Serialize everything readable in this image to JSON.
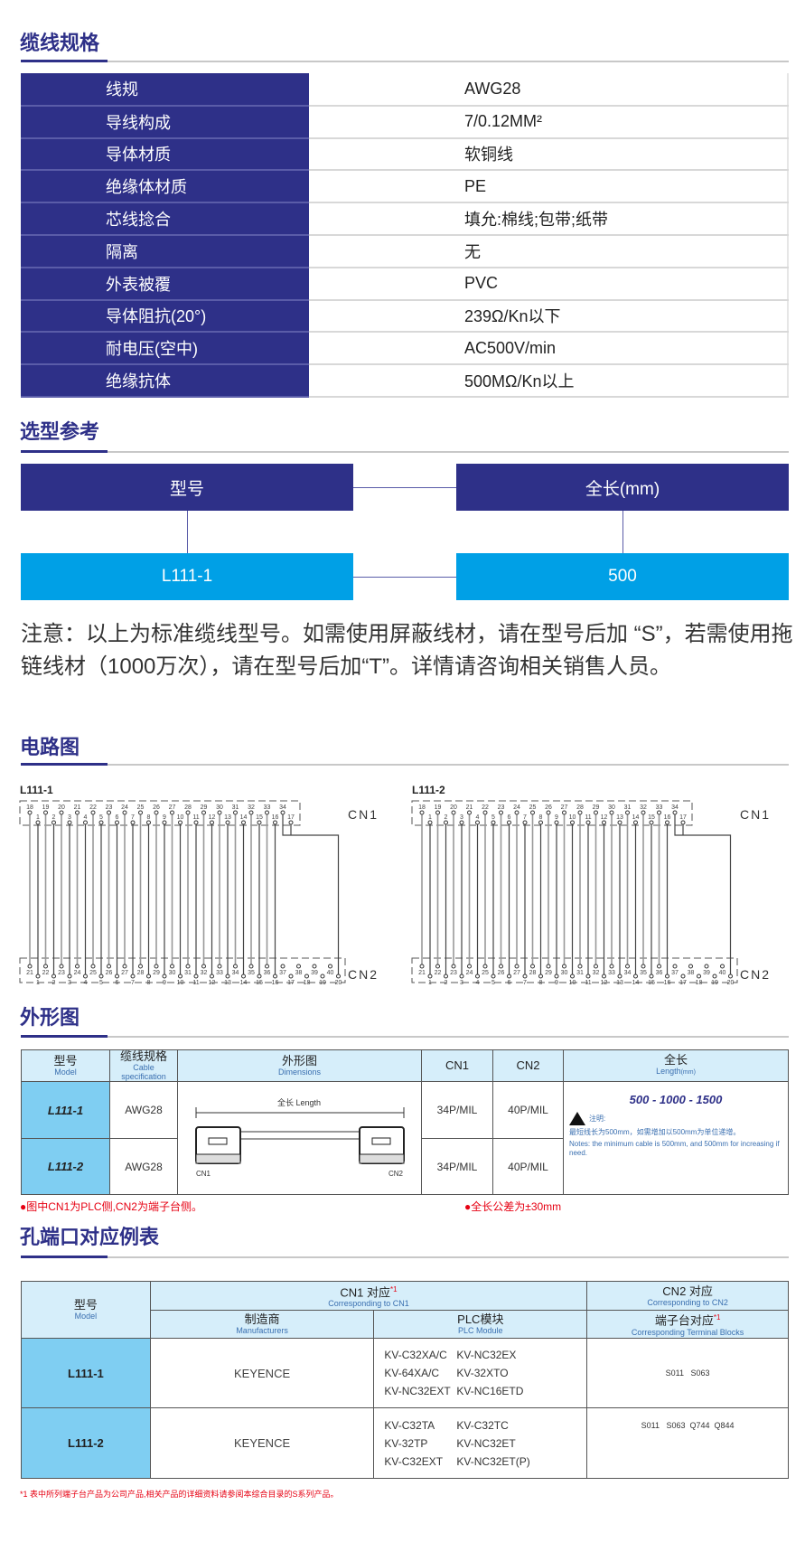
{
  "spec": {
    "title": "缆线规格",
    "rows": [
      {
        "label": "线规",
        "value": "AWG28"
      },
      {
        "label": "导线构成",
        "value": "7/0.12MM²"
      },
      {
        "label": "导体材质",
        "value": "软铜线"
      },
      {
        "label": "绝缘体材质",
        "value": "PE"
      },
      {
        "label": "芯线捻合",
        "value": "填允:棉线;包带;纸带"
      },
      {
        "label": "隔离",
        "value": "无"
      },
      {
        "label": "外表被覆",
        "value": "PVC"
      },
      {
        "label": "导体阻抗(20°)",
        "value": "239Ω/Kn以下"
      },
      {
        "label": "耐电压(空中)",
        "value": "AC500V/min"
      },
      {
        "label": "绝缘抗体",
        "value": "500MΩ/Kn以上"
      }
    ]
  },
  "selection": {
    "title": "选型参考",
    "model_label": "型号",
    "length_label": "全长(mm)",
    "model_value": "L111-1",
    "length_value": "500",
    "note": "注意：以上为标准缆线型号。如需使用屏蔽线材，请在型号后加 “S”，若需使用拖链线材（1000万次），请在型号后加“T”。详情请咨询相关销售人员。"
  },
  "circuit": {
    "title": "电路图",
    "diagrams": [
      {
        "label": "L111-1"
      },
      {
        "label": "L111-2"
      }
    ],
    "cn1": "CN1",
    "cn2": "CN2",
    "cn1_top": [
      "18",
      "19",
      "20",
      "21",
      "22",
      "23",
      "24",
      "25",
      "26",
      "27",
      "28",
      "29",
      "30",
      "31",
      "32",
      "33",
      "34"
    ],
    "cn1_bottom": [
      "1",
      "2",
      "3",
      "4",
      "5",
      "6",
      "7",
      "8",
      "9",
      "10",
      "11",
      "12",
      "13",
      "14",
      "15",
      "16",
      "17"
    ],
    "cn2_top": [
      "21",
      "22",
      "23",
      "24",
      "25",
      "26",
      "27",
      "28",
      "29",
      "30",
      "31",
      "32",
      "33",
      "34",
      "35",
      "36",
      "37",
      "38",
      "39",
      "40"
    ],
    "cn2_bottom": [
      "1",
      "2",
      "3",
      "4",
      "5",
      "6",
      "7",
      "8",
      "9",
      "10",
      "11",
      "12",
      "13",
      "14",
      "15",
      "16",
      "17",
      "18",
      "19",
      "20"
    ]
  },
  "outline": {
    "title": "外形图",
    "headers": {
      "model": "型号",
      "model_en": "Model",
      "cable": "缆线规格",
      "cable_en": "Cable specification",
      "dim": "外形图",
      "dim_en": "Dimensions",
      "cn1": "CN1",
      "cn2": "CN2",
      "len": "全长",
      "len_en": "Length",
      "len_unit": "(mm)"
    },
    "rows": [
      {
        "model": "L111-1",
        "cable": "AWG28",
        "cn1": "34P/MIL",
        "cn2": "40P/MIL"
      },
      {
        "model": "L111-2",
        "cable": "AWG28",
        "cn1": "34P/MIL",
        "cn2": "40P/MIL"
      }
    ],
    "drawing": {
      "length_label": "全长 Length",
      "cn1": "CN1",
      "cn2": "CN2"
    },
    "lengths": "500 - 1000 - 1500",
    "caution": "注明:",
    "caution_cn": "最短线长为500mm，如需增加以500mm为单位递增。",
    "caution_en": "Notes: the minimum cable is 500mm, and 500mm for increasing if need.",
    "note_left": "●图中CN1为PLC侧,CN2为端子台侧。",
    "note_right": "●全长公差为±30mm"
  },
  "ports": {
    "title": "孔端口对应例表",
    "headers": {
      "model": "型号",
      "model_en": "Model",
      "cn1": "CN1 对应",
      "cn1_mark": "*1",
      "cn1_en": "Corresponding to CN1",
      "cn2": "CN2 对应",
      "cn2_en": "Corresponding to CN2",
      "mfr": "制造商",
      "mfr_en": "Manufacturers",
      "plc": "PLC模块",
      "plc_en": "PLC Module",
      "tb": "端子台对应",
      "tb_mark": "*1",
      "tb_en": "Corresponding Terminal Blocks"
    },
    "rows": [
      {
        "model": "L111-1",
        "mfr": "KEYENCE",
        "plc": [
          [
            "KV-C32XA/C",
            "KV-NC32EX"
          ],
          [
            "KV-64XA/C",
            "KV-32XTO"
          ],
          [
            "KV-NC32EXT",
            "KV-NC16ETD"
          ]
        ],
        "tb": "S011   S063"
      },
      {
        "model": "L111-2",
        "mfr": "KEYENCE",
        "plc": [
          [
            "KV-C32TA",
            "KV-C32TC"
          ],
          [
            "KV-32TP",
            "KV-NC32ET"
          ],
          [
            "KV-C32EXT",
            "KV-NC32ET(P)"
          ]
        ],
        "tb": "S011   S063  Q744  Q844"
      }
    ],
    "footnote": "*1 表中所列端子台产品为公司产品,相关产品的详细资料请参阅本综合目录的S系列产品。"
  },
  "colors": {
    "navy": "#2e3088",
    "blue": "#00a0e6",
    "red": "#e60012"
  }
}
